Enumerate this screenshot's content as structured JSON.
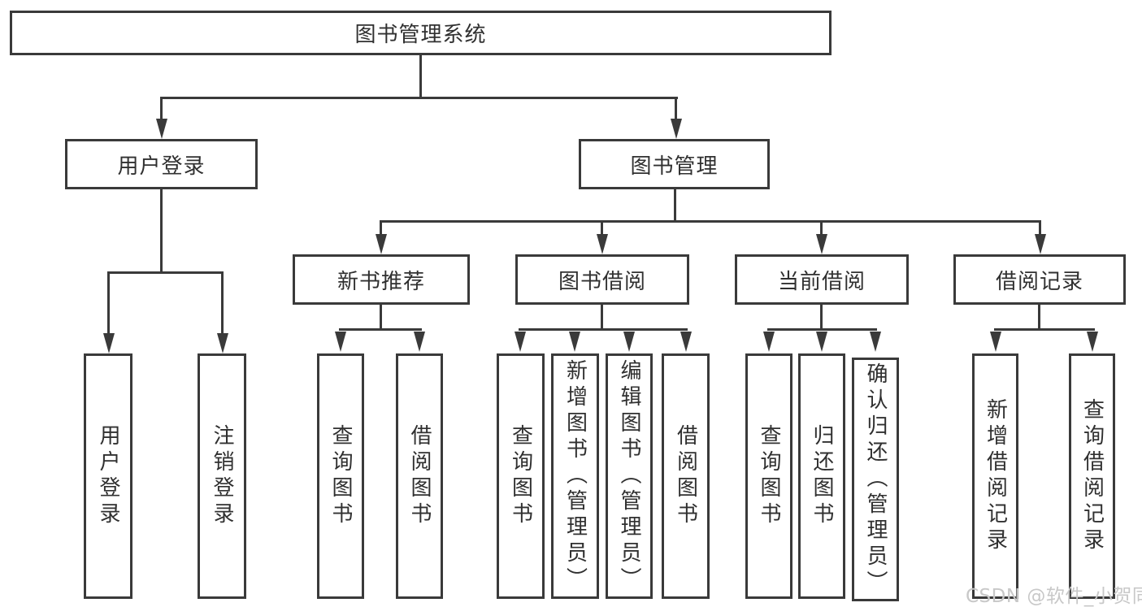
{
  "tree": {
    "root": {
      "label": "图书管理系统"
    },
    "branches": [
      {
        "label": "用户登录",
        "children": [
          {
            "label": "用户登录"
          },
          {
            "label": "注销登录"
          }
        ]
      },
      {
        "label": "图书管理",
        "children": [
          {
            "label": "新书推荐",
            "children": [
              {
                "label": "查询图书"
              },
              {
                "label": "借阅图书"
              }
            ]
          },
          {
            "label": "图书借阅",
            "children": [
              {
                "label": "查询图书"
              },
              {
                "label": "新增图书（管理员）"
              },
              {
                "label": "编辑图书（管理员）"
              },
              {
                "label": "借阅图书"
              }
            ]
          },
          {
            "label": "当前借阅",
            "children": [
              {
                "label": "查询图书"
              },
              {
                "label": "归还图书"
              },
              {
                "label": "确认归还（管理员）"
              }
            ]
          },
          {
            "label": "借阅记录",
            "children": [
              {
                "label": "新增借阅记录"
              },
              {
                "label": "查询借阅记录"
              }
            ]
          }
        ]
      }
    ]
  },
  "watermark": "CSDN @软件_小贺同学",
  "colors": {
    "background": "#ffffff",
    "line": "#3a3a3a",
    "text": "#303030",
    "watermark": "#c8c8c8"
  }
}
